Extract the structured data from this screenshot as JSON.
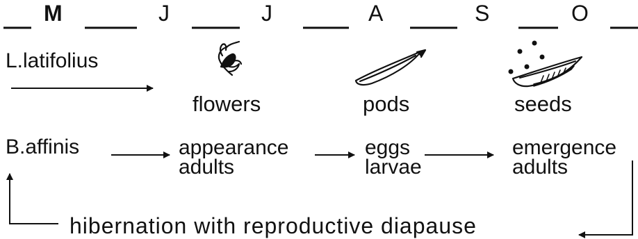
{
  "months": [
    "M",
    "J",
    "J",
    "A",
    "S",
    "O"
  ],
  "plant": {
    "name": "L.latifolius",
    "stages": [
      "flowers",
      "pods",
      "seeds"
    ]
  },
  "insect": {
    "name": "B.affinis",
    "stages": [
      {
        "line1": "appearance",
        "line2": "adults"
      },
      {
        "line1": "eggs",
        "line2": "larvae"
      },
      {
        "line1": "emergence",
        "line2": "adults"
      }
    ]
  },
  "cycle_label": "hibernation with reproductive diapause",
  "icons": [
    "flower-sprig-icon",
    "pea-pod-icon",
    "seed-pod-with-seeds-icon"
  ],
  "colors": {
    "ink": "#111111",
    "background": "#ffffff"
  }
}
